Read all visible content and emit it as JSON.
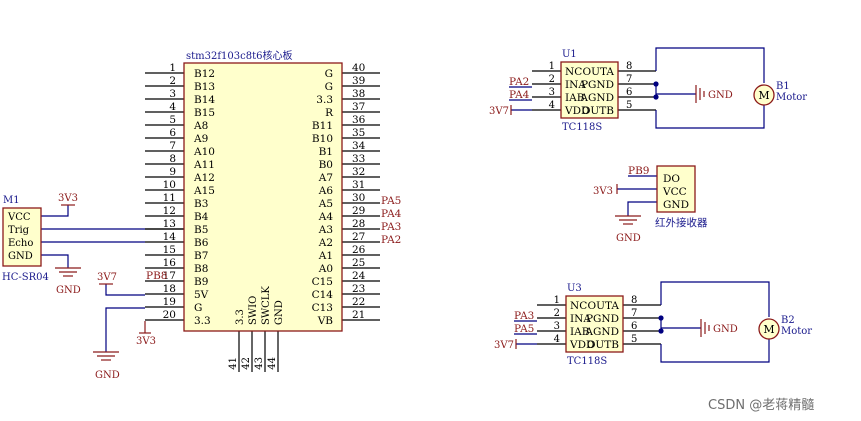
{
  "colors": {
    "body_fill": "#ffffcc",
    "body_stroke": "#8b1a1a",
    "wire": "#000080",
    "pin_line": "#000000",
    "net_text": "#8b1a1a",
    "label_text": "#1a1a8c"
  },
  "mcu": {
    "title": "stm32f103c8t6核心板",
    "left_pins": [
      {
        "num": "1",
        "name": "B12"
      },
      {
        "num": "2",
        "name": "B13"
      },
      {
        "num": "3",
        "name": "B14"
      },
      {
        "num": "4",
        "name": "B15"
      },
      {
        "num": "5",
        "name": "A8"
      },
      {
        "num": "6",
        "name": "A9"
      },
      {
        "num": "7",
        "name": "A10"
      },
      {
        "num": "8",
        "name": "A11"
      },
      {
        "num": "9",
        "name": "A12"
      },
      {
        "num": "10",
        "name": "A15"
      },
      {
        "num": "11",
        "name": "B3"
      },
      {
        "num": "12",
        "name": "B4"
      },
      {
        "num": "13",
        "name": "B5"
      },
      {
        "num": "14",
        "name": "B6"
      },
      {
        "num": "15",
        "name": "B7"
      },
      {
        "num": "16",
        "name": "B8"
      },
      {
        "num": "17",
        "name": "B9"
      },
      {
        "num": "18",
        "name": "5V"
      },
      {
        "num": "19",
        "name": "G"
      },
      {
        "num": "20",
        "name": "3.3"
      }
    ],
    "right_pins": [
      {
        "num": "40",
        "name": "G"
      },
      {
        "num": "39",
        "name": "G"
      },
      {
        "num": "38",
        "name": "3.3"
      },
      {
        "num": "37",
        "name": "R"
      },
      {
        "num": "36",
        "name": "B11"
      },
      {
        "num": "35",
        "name": "B10"
      },
      {
        "num": "34",
        "name": "B1"
      },
      {
        "num": "33",
        "name": "B0"
      },
      {
        "num": "32",
        "name": "A7"
      },
      {
        "num": "31",
        "name": "A6"
      },
      {
        "num": "30",
        "name": "A5"
      },
      {
        "num": "29",
        "name": "A4"
      },
      {
        "num": "28",
        "name": "A3"
      },
      {
        "num": "27",
        "name": "A2"
      },
      {
        "num": "26",
        "name": "A1"
      },
      {
        "num": "25",
        "name": "A0"
      },
      {
        "num": "24",
        "name": "C15"
      },
      {
        "num": "23",
        "name": "C14"
      },
      {
        "num": "22",
        "name": "C13"
      },
      {
        "num": "21",
        "name": "VB"
      }
    ],
    "bottom_pins": [
      {
        "num": "41",
        "name": "3.3"
      },
      {
        "num": "42",
        "name": "SWIO"
      },
      {
        "num": "43",
        "name": "SWCLK"
      },
      {
        "num": "44",
        "name": "GND"
      }
    ],
    "right_nets": [
      "PA5",
      "PA4",
      "PA3",
      "PA2"
    ],
    "left_net_pb8": "PB8",
    "pwr_3v7": "3V7",
    "pwr_3v3": "3V3",
    "gnd": "GND"
  },
  "m1": {
    "ref": "M1",
    "part": "HC-SR04",
    "pins": [
      "VCC",
      "Trig",
      "Echo",
      "GND"
    ],
    "pwr": "3V3",
    "gnd": "GND"
  },
  "u1": {
    "ref": "U1",
    "part": "TC118S",
    "left_pins": [
      {
        "num": "1",
        "name": "NC"
      },
      {
        "num": "2",
        "name": "INA"
      },
      {
        "num": "3",
        "name": "IAB"
      },
      {
        "num": "4",
        "name": "VDD"
      }
    ],
    "right_pins": [
      {
        "num": "8",
        "name": "OUTA"
      },
      {
        "num": "7",
        "name": "PGND"
      },
      {
        "num": "6",
        "name": "AGND"
      },
      {
        "num": "5",
        "name": "OUTB"
      }
    ],
    "nets": [
      "PA2",
      "PA4"
    ],
    "pwr": "3V7",
    "gnd": "GND"
  },
  "b1": {
    "ref": "B1",
    "part": "Motor",
    "symbol": "M"
  },
  "ir": {
    "net": "PB9",
    "pins": [
      "DO",
      "VCC",
      "GND"
    ],
    "pwr": "3V3",
    "gnd": "GND",
    "part": "红外接收器"
  },
  "u3": {
    "ref": "U3",
    "part": "TC118S",
    "left_pins": [
      {
        "num": "1",
        "name": "NC"
      },
      {
        "num": "2",
        "name": "INA"
      },
      {
        "num": "3",
        "name": "IAB"
      },
      {
        "num": "4",
        "name": "VDD"
      }
    ],
    "right_pins": [
      {
        "num": "8",
        "name": "OUTA"
      },
      {
        "num": "7",
        "name": "PGND"
      },
      {
        "num": "6",
        "name": "AGND"
      },
      {
        "num": "5",
        "name": "OUTB"
      }
    ],
    "nets": [
      "PA3",
      "PA5"
    ],
    "pwr": "3V7",
    "gnd": "GND"
  },
  "b2": {
    "ref": "B2",
    "part": "Motor",
    "symbol": "M"
  },
  "watermark": "CSDN @老蒋精髓"
}
